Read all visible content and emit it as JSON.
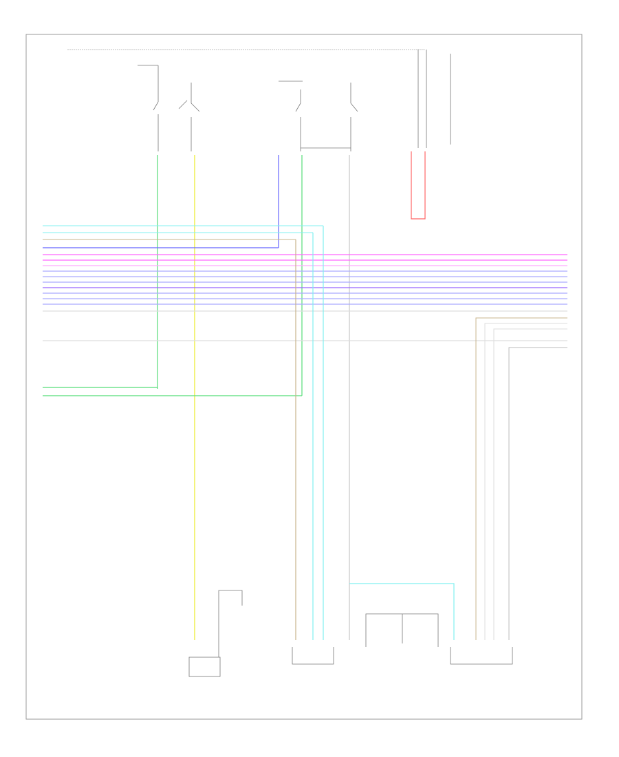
{
  "footer": {
    "code": ""
  },
  "power_rails": [
    {
      "id": "left",
      "label": ""
    },
    {
      "id": "right",
      "label": ""
    }
  ],
  "switches": [
    {
      "id": "s1",
      "label": ""
    },
    {
      "id": "s2",
      "label": ""
    },
    {
      "id": "s3",
      "label": ""
    },
    {
      "id": "s4",
      "label": ""
    }
  ],
  "modules": [
    {
      "id": "m1",
      "label": ""
    },
    {
      "id": "m2",
      "label": ""
    },
    {
      "id": "m3",
      "label": ""
    },
    {
      "id": "m4",
      "label": ""
    },
    {
      "id": "m5",
      "label": ""
    }
  ],
  "bus_wires": [
    {
      "color": "#80f0f0"
    },
    {
      "color": "#80f0f0"
    },
    {
      "color": "#bbbbbb"
    },
    {
      "color": "#ff66ff"
    },
    {
      "color": "#ff66ff"
    },
    {
      "color": "#ffaaff"
    },
    {
      "color": "#aaaaff"
    },
    {
      "color": "#aaaaff"
    },
    {
      "color": "#aaaaff"
    },
    {
      "color": "#9966ff"
    },
    {
      "color": "#aaaaff"
    },
    {
      "color": "#aaaaff"
    },
    {
      "color": "#aaaaff"
    }
  ],
  "colors": {
    "green": "#55dd77",
    "yellow": "#eeee44",
    "blue": "#6666ff",
    "tan": "#c8b48c",
    "cyan": "#66ffff",
    "red": "#ff6666",
    "pink": "#ff66ff",
    "violet": "#9966ff",
    "grey": "#bbbbbb",
    "frame": "#999999"
  }
}
